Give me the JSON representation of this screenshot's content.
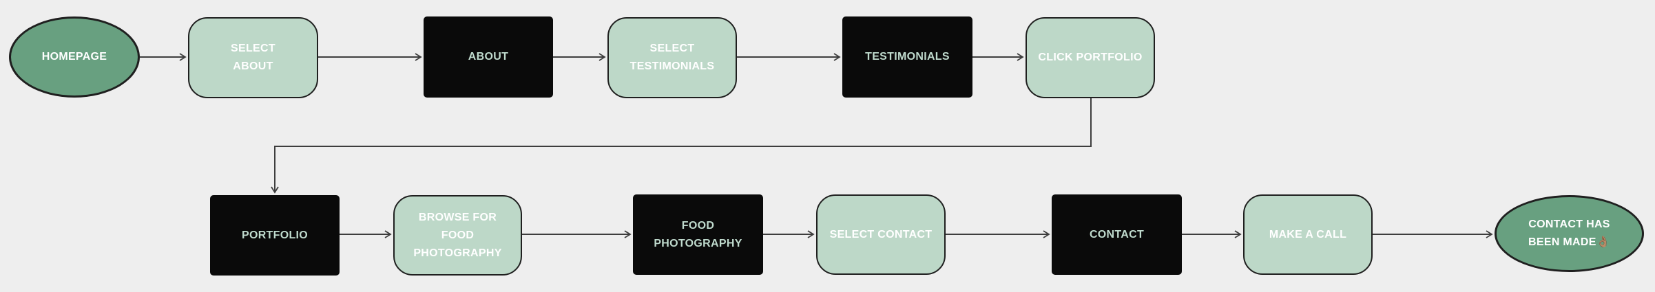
{
  "diagram": {
    "background_color": "#eeeeee",
    "colors": {
      "terminal_fill": "#68a080",
      "action_fill": "#bdd8c8",
      "page_fill": "#0a0a0a",
      "page_text": "#c0dbce",
      "light_text": "#ffffff",
      "shape_stroke": "#1f1f1f",
      "connector_stroke": "#3d3d3d"
    },
    "nodes": {
      "homepage": {
        "type": "terminal",
        "label": "HOMEPAGE"
      },
      "select_about": {
        "type": "action",
        "label": "SELECT\nABOUT"
      },
      "about": {
        "type": "page",
        "label": "ABOUT"
      },
      "select_testimonials": {
        "type": "action",
        "label": "SELECT\nTESTIMONIALS"
      },
      "testimonials": {
        "type": "page",
        "label": "TESTIMONIALS"
      },
      "click_portfolio": {
        "type": "action",
        "label": "CLICK PORTFOLIO"
      },
      "portfolio": {
        "type": "page",
        "label": "PORTFOLIO"
      },
      "browse_food": {
        "type": "action",
        "label": "BROWSE FOR FOOD\nPHOTOGRAPHY"
      },
      "food_photography": {
        "type": "page",
        "label": "FOOD PHOTOGRAPHY"
      },
      "select_contact": {
        "type": "action",
        "label": "SELECT CONTACT"
      },
      "contact": {
        "type": "page",
        "label": "CONTACT"
      },
      "make_a_call": {
        "type": "action",
        "label": "MAKE A CALL"
      },
      "contact_made": {
        "type": "terminal",
        "label": "CONTACT HAS\nBEEN MADE👌🏽"
      }
    },
    "edges": [
      "homepage → select_about",
      "select_about → about",
      "about → select_testimonials",
      "select_testimonials → testimonials",
      "testimonials → click_portfolio",
      "click_portfolio → portfolio",
      "portfolio → browse_food",
      "browse_food → food_photography",
      "food_photography → select_contact",
      "select_contact → contact",
      "contact → make_a_call",
      "make_a_call → contact_made"
    ]
  }
}
